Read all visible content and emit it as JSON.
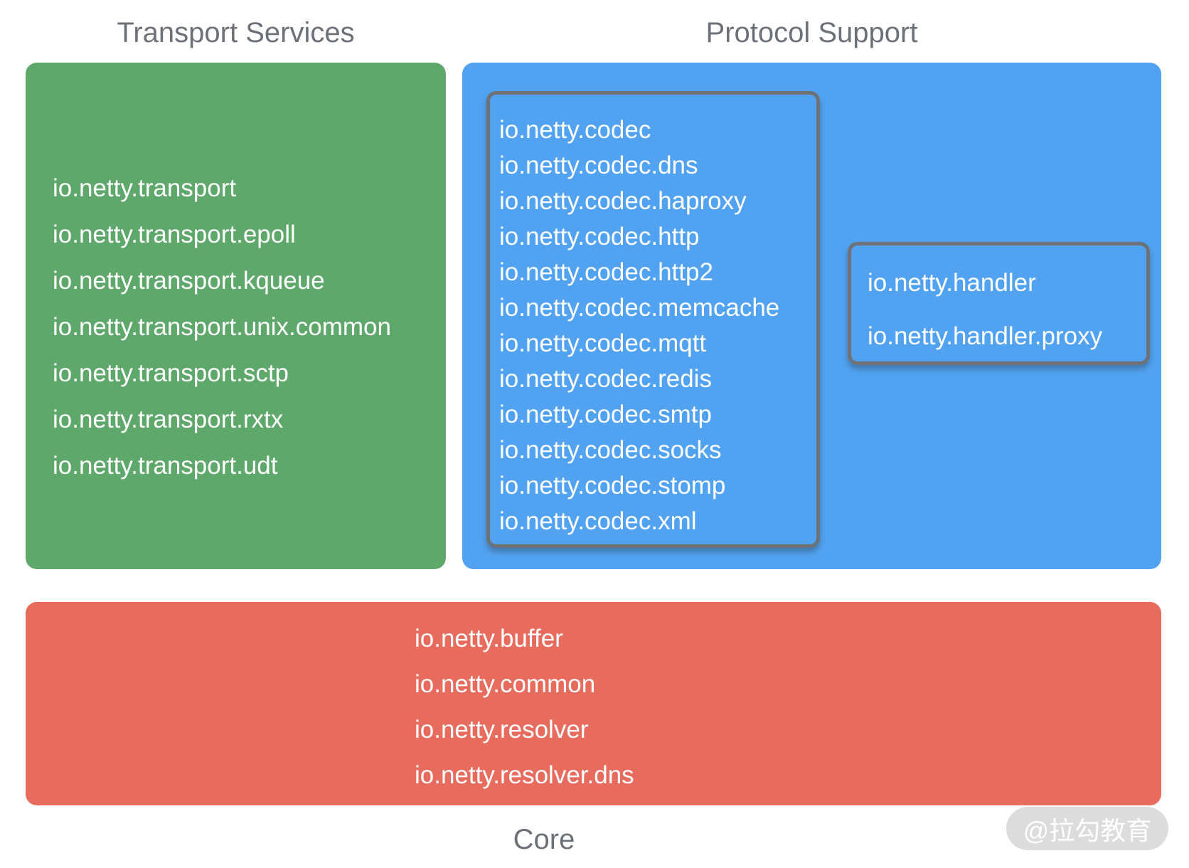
{
  "headers": {
    "transport": "Transport Services",
    "protocol": "Protocol Support",
    "core": "Core"
  },
  "transport_box": {
    "packages": [
      "io.netty.transport",
      "io.netty.transport.epoll",
      "io.netty.transport.kqueue",
      "io.netty.transport.unix.common",
      "io.netty.transport.sctp",
      "io.netty.transport.rxtx",
      "io.netty.transport.udt"
    ]
  },
  "protocol_box": {
    "codec_packages": [
      "io.netty.codec",
      "io.netty.codec.dns",
      "io.netty.codec.haproxy",
      "io.netty.codec.http",
      "io.netty.codec.http2",
      "io.netty.codec.memcache",
      "io.netty.codec.mqtt",
      "io.netty.codec.redis",
      "io.netty.codec.smtp",
      "io.netty.codec.socks",
      "io.netty.codec.stomp",
      "io.netty.codec.xml"
    ],
    "handler_packages": [
      "io.netty.handler",
      "io.netty.handler.proxy"
    ]
  },
  "core_box": {
    "packages": [
      "io.netty.buffer",
      "io.netty.common",
      "io.netty.resolver",
      "io.netty.resolver.dns"
    ]
  },
  "watermark": {
    "label": "@拉勾教育"
  },
  "colors": {
    "transport_green": "#5fa86b",
    "protocol_blue": "#51a3f2",
    "core_red": "#e86c5e",
    "inner_border_gray": "#6e7175",
    "header_text_gray": "#6c7077",
    "package_text": "#ffffff",
    "watermark_bg": "#dcdcdc",
    "watermark_text": "#ffffff"
  }
}
